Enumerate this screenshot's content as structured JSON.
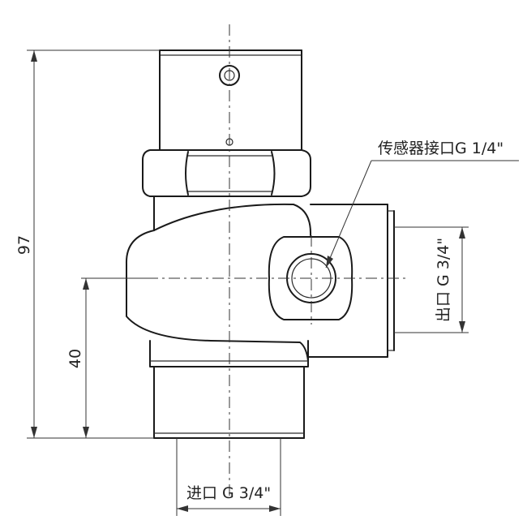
{
  "annotations": {
    "sensor_port": "传感器接口G 1/4\"",
    "outlet_port": "出口 G 3/4\"",
    "inlet_port": "进口 G 3/4\""
  },
  "dimensions": {
    "total_height": "97",
    "center_height": "40"
  }
}
